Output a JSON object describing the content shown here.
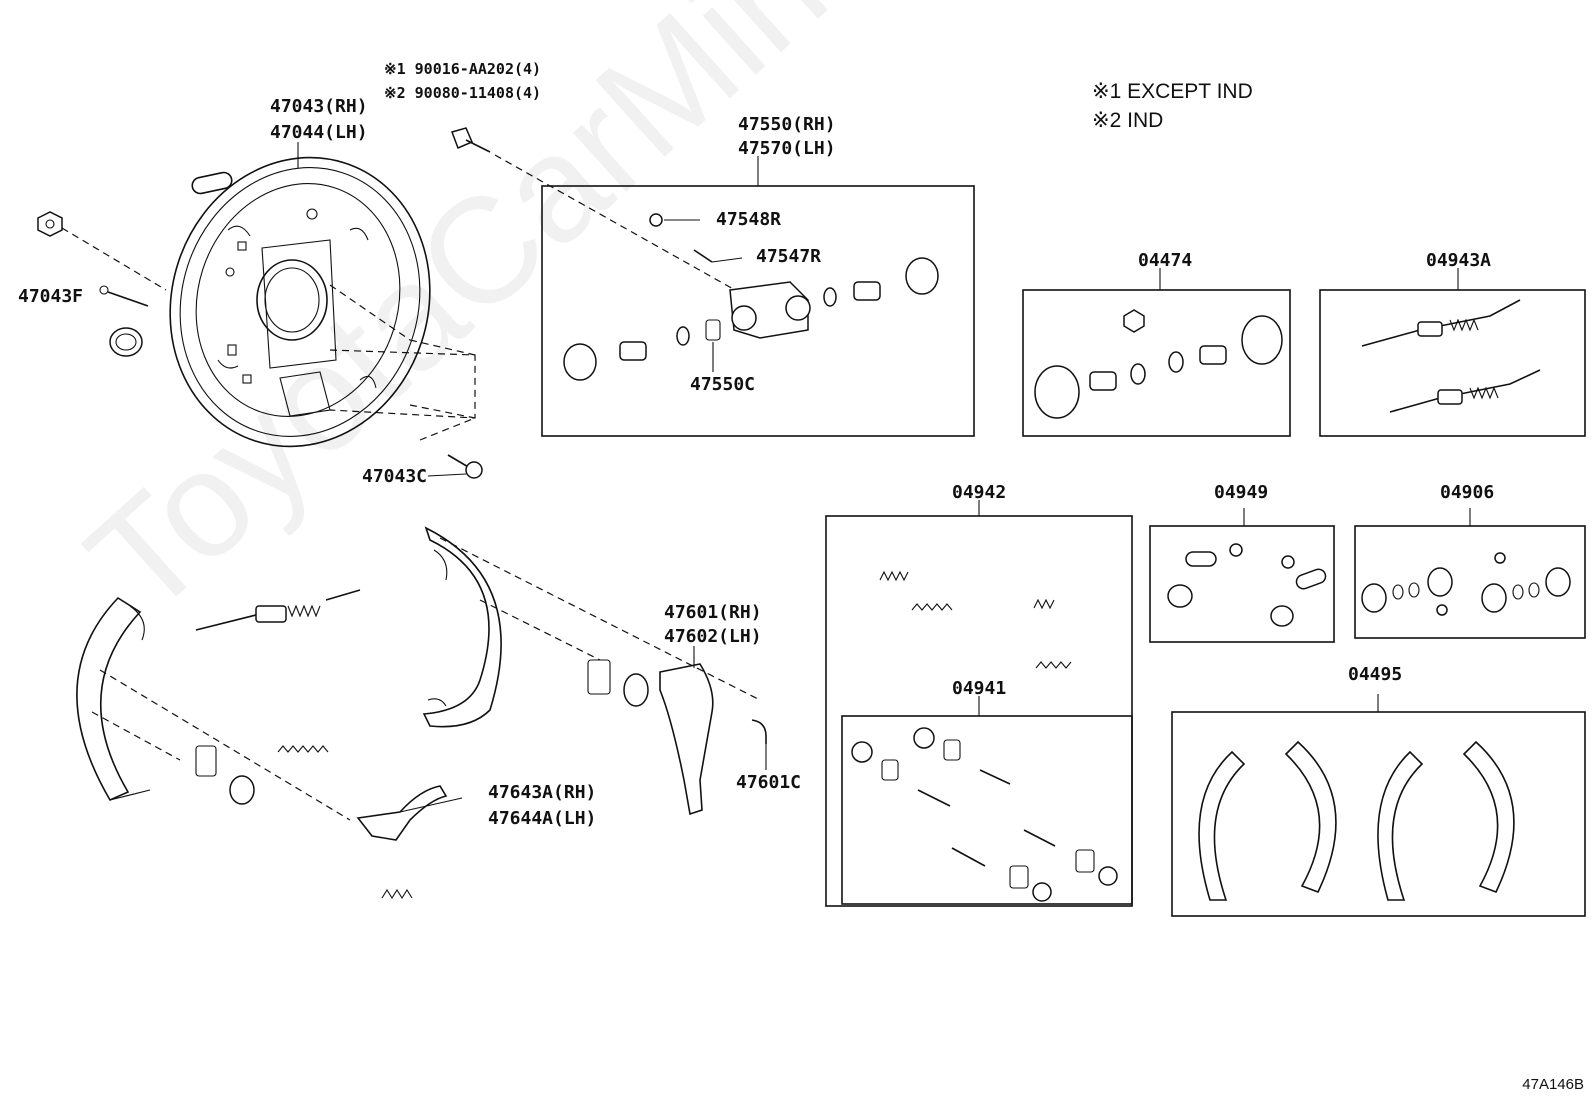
{
  "watermark": "ToyotaCarMine.ru",
  "figure_id": "47A146B",
  "legend": {
    "note1": "※1 EXCEPT IND",
    "note2": "※2 IND"
  },
  "bolt_callout": {
    "line1": "※1 90016-AA202(4)",
    "line2": "※2 90080-11408(4)"
  },
  "parts": {
    "backing_plate_rh": "47043(RH)",
    "backing_plate_lh": "47044(LH)",
    "nut": "47043F",
    "plug": "47043C",
    "wheel_cyl_rh": "47550(RH)",
    "wheel_cyl_lh": "47570(LH)",
    "bleeder_cap": "47548R",
    "bleeder_plug": "47547R",
    "cyl_spring": "47550C",
    "kit_04474": "04474",
    "kit_04943A": "04943A",
    "kit_04942": "04942",
    "kit_04941": "04941",
    "kit_04949": "04949",
    "kit_04906": "04906",
    "kit_04495": "04495",
    "lever_rh": "47601(RH)",
    "lever_lh": "47602(LH)",
    "clip": "47601C",
    "lever2_rh": "47643A(RH)",
    "lever2_lh": "47644A(LH)"
  }
}
